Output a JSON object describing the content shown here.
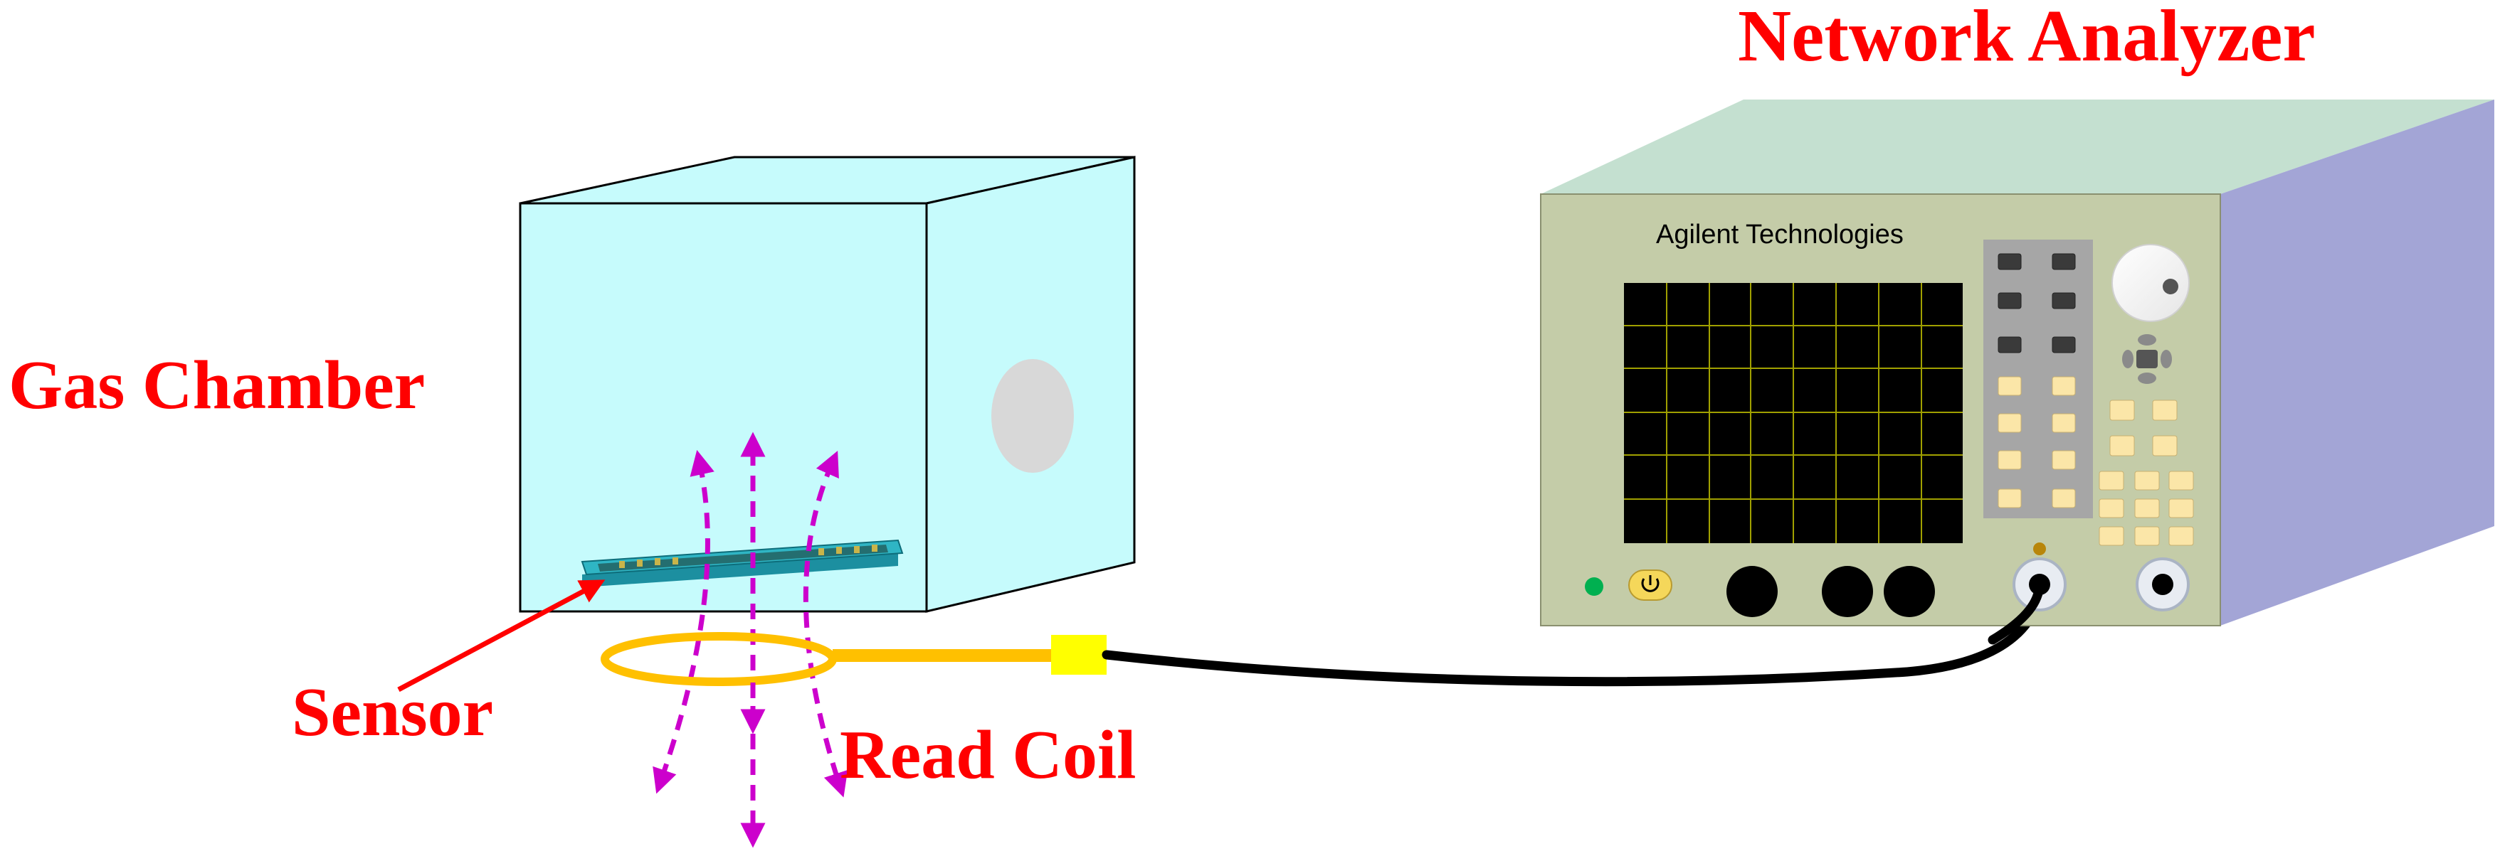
{
  "labels": {
    "network_analyzer": "Network Analyzer",
    "gas_chamber": "Gas Chamber",
    "sensor": "Sensor",
    "read_coil": "Read Coil",
    "brand": "Agilent Technologies"
  },
  "colors": {
    "label_red": "#ff0000",
    "chamber_fill": "#c6fbfc",
    "analyzer_front": "#c4cca8",
    "analyzer_top": "#c4e0d0",
    "analyzer_side": "#a3a5d6",
    "coil": "#ffc000",
    "connector": "#ffff00",
    "field_arrows": "#cc00cc",
    "cable": "#000000",
    "screen": "#000000",
    "screen_grid": "#a0a000"
  }
}
